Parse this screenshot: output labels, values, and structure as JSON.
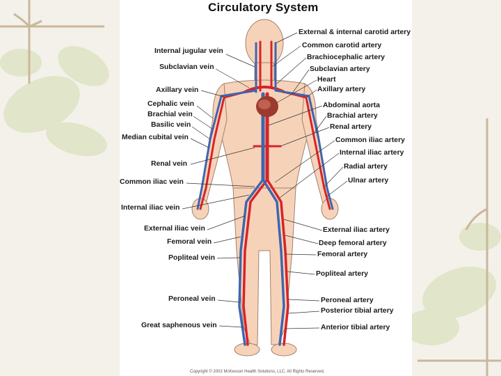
{
  "title": "Circulatory System",
  "colors": {
    "artery": "#d8232a",
    "vein": "#3e66b0",
    "skin": "#f6d3b8",
    "skin_outline": "#a08070",
    "heart": "#9c3a2e",
    "background_leaf": "#dfe4c6"
  },
  "left_labels": [
    "Internal jugular vein",
    "Subclavian vein",
    "Axillary vein",
    "Cephalic vein",
    "Brachial vein",
    "Basilic vein",
    "Median cubital vein",
    "Renal vein",
    "Common iliac vein",
    "Internal iliac vein",
    "External iliac vein",
    "Femoral vein",
    "Popliteal vein",
    "Peroneal vein",
    "Great saphenous vein"
  ],
  "right_labels": [
    "External & internal carotid artery",
    "Common carotid artery",
    "Brachiocephalic artery",
    "Subclavian artery",
    "Heart",
    "Axillary artery",
    "Abdominal aorta",
    "Brachial artery",
    "Renal artery",
    "Common iliac artery",
    "Internal iliac artery",
    "Radial artery",
    "Ulnar artery",
    "External iliac artery",
    "Deep femoral artery",
    "Femoral artery",
    "Popliteal artery",
    "Peroneal artery",
    "Posterior tibial artery",
    "Anterior tibial artery"
  ],
  "copyright": "Copyright © 2002 McKesson Health Solutions, LLC. All Rights Reserved."
}
